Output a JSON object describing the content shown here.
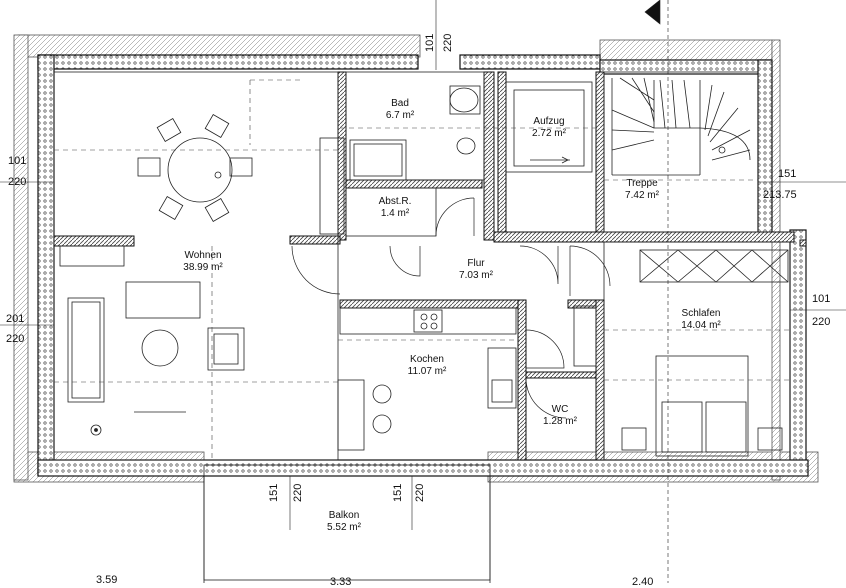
{
  "rooms": {
    "bad": {
      "name": "Bad",
      "area": "6.7 m²"
    },
    "aufzug": {
      "name": "Aufzug",
      "area": "2.72 m²"
    },
    "treppe": {
      "name": "Treppe",
      "area": "7.42 m²"
    },
    "abstr": {
      "name": "Abst.R.",
      "area": "1.4 m²"
    },
    "wohnen": {
      "name": "Wohnen",
      "area": "38.99 m²"
    },
    "flur": {
      "name": "Flur",
      "area": "7.03 m²"
    },
    "schlafen": {
      "name": "Schlafen",
      "area": "14.04 m²"
    },
    "kochen": {
      "name": "Kochen",
      "area": "11.07 m²"
    },
    "wc": {
      "name": "WC",
      "area": "1.28 m²"
    },
    "balkon": {
      "name": "Balkon",
      "area": "5.52 m²"
    }
  },
  "dimensions": {
    "top_101": "101",
    "top_220": "220",
    "left_upper_101": "101",
    "left_upper_220": "220",
    "left_lower_201": "201",
    "left_lower_220": "220",
    "right_upper_151": "151",
    "right_upper_21375": "213.75",
    "right_lower_101": "101",
    "right_lower_220": "220",
    "bottom_a_151": "151",
    "bottom_a_220": "220",
    "bottom_b_151": "151",
    "bottom_b_220": "220",
    "bottom_359": "3.59",
    "bottom_mid": "3.33",
    "bottom_right": "2.40"
  },
  "colors": {
    "line": "#1a1a1a",
    "hatch": "#555555",
    "background": "#ffffff"
  }
}
